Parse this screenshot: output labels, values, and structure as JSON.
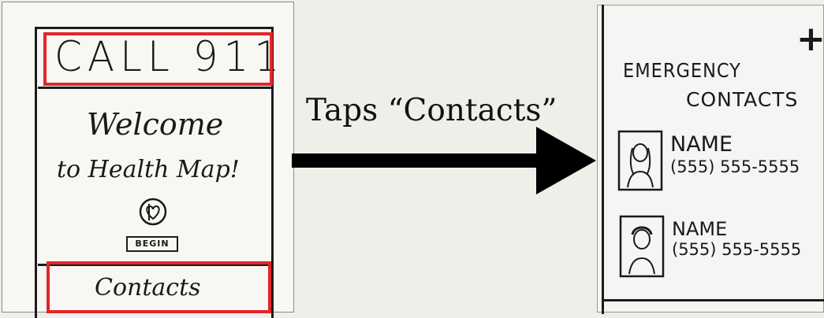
{
  "home_screen": {
    "call_label": "CALL 911",
    "welcome_line_1": "Welcome",
    "welcome_line_2": "to Health Map!",
    "begin_label": "BEGIN",
    "contacts_label": "Contacts"
  },
  "transition": {
    "label": "Taps “Contacts”"
  },
  "contacts_screen": {
    "add_label": "+",
    "title_line_1": "EMERGENCY",
    "title_line_2": "CONTACTS",
    "contacts": [
      {
        "name": "NAME",
        "phone": "(555) 555-5555"
      },
      {
        "name": "NAME",
        "phone": "(555) 555-5555"
      }
    ]
  },
  "colors": {
    "highlight": "#e3262a",
    "ink": "#1a1a1a",
    "paper": "#f7f7f4",
    "background": "#efeee9"
  },
  "icons": {
    "heart_logo": "heart-logo-icon",
    "arrow": "right-arrow-icon",
    "portrait": "person-portrait-icon"
  }
}
